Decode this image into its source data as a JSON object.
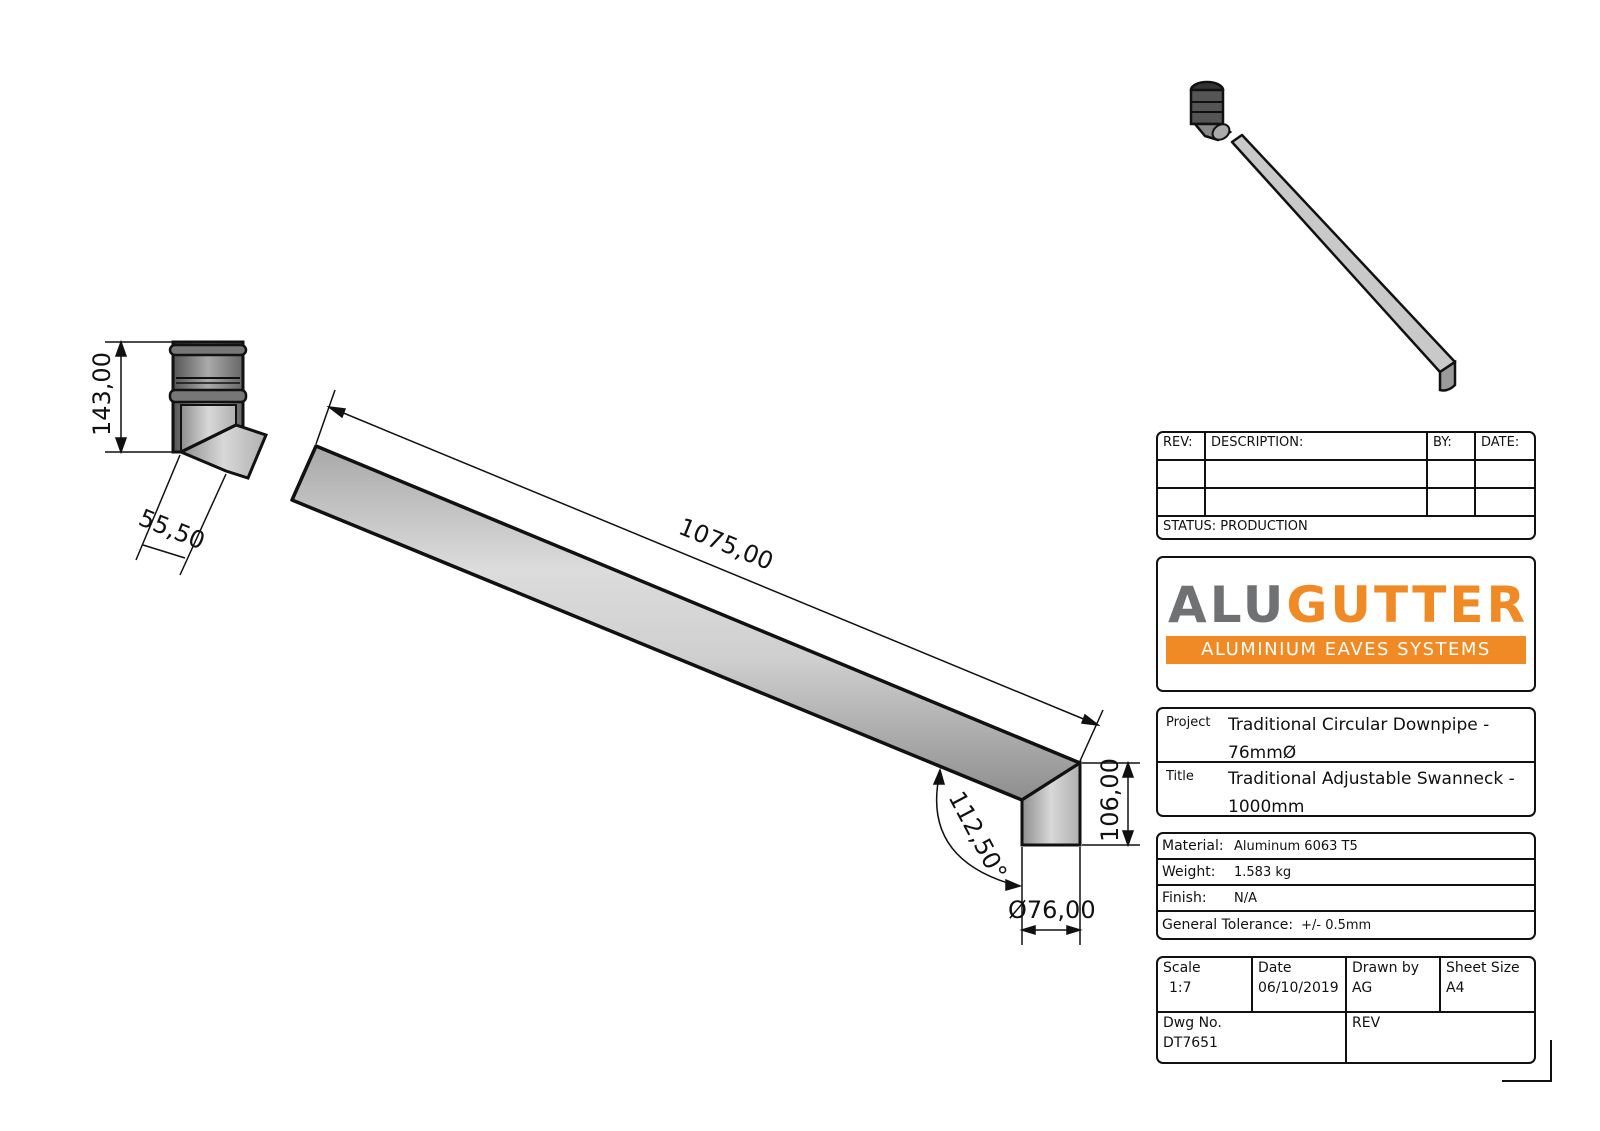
{
  "drawing": {
    "dimensions": {
      "fitting_height": "143,00",
      "fitting_offset": "55,50",
      "pipe_length": "1075,00",
      "bend_angle": "112,50°",
      "offset_drop": "106,00",
      "pipe_diameter": "Ø76,00"
    },
    "colors": {
      "line": "#111111",
      "pipe_light": "#d6d6d6",
      "pipe_dark": "#9a9a9a"
    }
  },
  "title_block": {
    "revision": {
      "headers": [
        "REV:",
        "DESCRIPTION:",
        "BY:",
        "DATE:"
      ],
      "rows": [
        [
          "",
          "",
          "",
          ""
        ],
        [
          "",
          "",
          "",
          ""
        ]
      ],
      "status": "STATUS: PRODUCTION"
    },
    "logo": {
      "word_part1": "ALU",
      "word_part2": "GUTTER",
      "tagline": "ALUMINIUM EAVES SYSTEMS",
      "gray": "#707173",
      "orange": "#f08a24"
    },
    "project": {
      "project_label": "Project",
      "project_value": "Traditional Circular Downpipe - 76mmØ",
      "title_label": "Title",
      "title_value": "Traditional Adjustable Swanneck - 1000mm"
    },
    "material": {
      "material_label": "Material:",
      "material_value": "Aluminum 6063 T5",
      "weight_label": "Weight:",
      "weight_value": "1.583 kg",
      "finish_label": "Finish:",
      "finish_value": "N/A",
      "tolerance_label": "General Tolerance:",
      "tolerance_value": "+/- 0.5mm"
    },
    "sheet": {
      "scale_label": "Scale",
      "scale_value": "1:7",
      "date_label": "Date",
      "date_value": "06/10/2019",
      "drawn_by_label": "Drawn by",
      "drawn_by_value": "AG",
      "sheet_size_label": "Sheet Size",
      "sheet_size_value": "A4",
      "dwg_no_label": "Dwg No.",
      "dwg_no_value": "DT7651",
      "rev_label": "REV",
      "rev_value": ""
    }
  }
}
